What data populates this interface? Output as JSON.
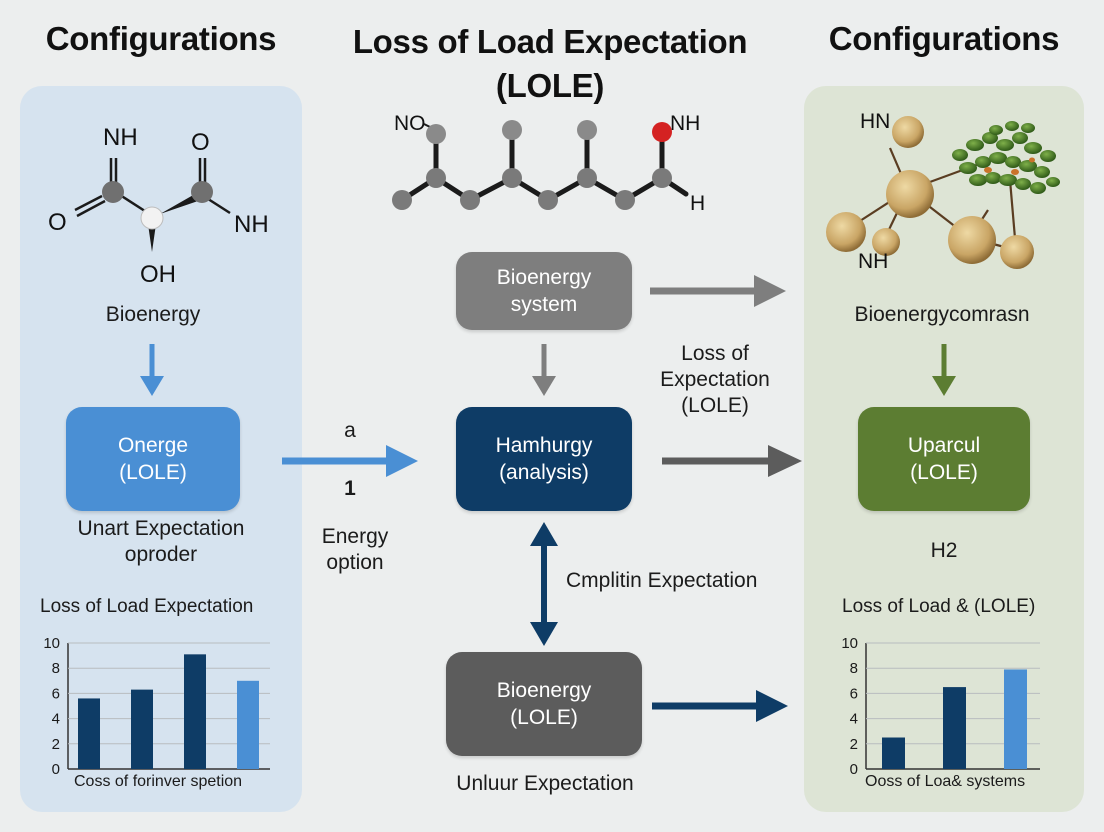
{
  "headings": {
    "left": "Configurations",
    "center_line1": "Loss of Load Expectation",
    "center_line2": "(LOLE)",
    "right": "Configurations"
  },
  "colors": {
    "left_panel": "#d6e3ef",
    "right_panel": "#dde4d5",
    "light_blue": "#4a8fd4",
    "navy": "#0e3c66",
    "gray": "#7e7e7e",
    "dark_gray": "#5c5c5c",
    "olive": "#5c7d32"
  },
  "left": {
    "molecule": {
      "label_nh_top": "NH",
      "label_o_top": "O",
      "label_o_left": "O",
      "label_nh_right": "NH",
      "label_oh": "OH"
    },
    "caption": "Bioenergy",
    "box": {
      "line1": "Onerge",
      "line2": "(LOLE)"
    },
    "subcaption_line1": "Unart Expectation",
    "subcaption_line2": "oproder",
    "chart_title": "Loss of Load Expectation",
    "chart_caption": "Coss of forinver spetion"
  },
  "center": {
    "molecule": {
      "label_no": "NO",
      "label_nh": "NH",
      "label_h": "H"
    },
    "box_top": {
      "line1": "Bioenergy",
      "line2": "system"
    },
    "box_mid": {
      "line1": "Hamhurgy",
      "line2": "(analysis)"
    },
    "box_bottom": {
      "line1": "Bioenergy",
      "line2": "(LOLE)"
    },
    "side_a": "a",
    "side_1": "1",
    "energy_option_line1": "Energy",
    "energy_option_line2": "option",
    "loss_label_line1": "Loss of",
    "loss_label_line2": "Expectation",
    "loss_label_line3": "(LOLE)",
    "cmplitin": "Cmplitin Expectation",
    "bottom_caption": "Unluur Expectation"
  },
  "right": {
    "molecule": {
      "label_hn": "HN",
      "label_nh": "NH"
    },
    "caption": "Bioenergycomrasn",
    "box": {
      "line1": "Uparcul",
      "line2": "(LOLE)"
    },
    "h2": "H2",
    "chart_title": "Loss of Load & (LOLE)",
    "chart_caption": "Ooss of Loa& systems"
  },
  "chart_data": [
    {
      "type": "bar",
      "title": "Loss of Load Expectation",
      "xlabel": "Coss of forinver spetion",
      "ylim": [
        0,
        10
      ],
      "yticks": [
        0,
        2,
        4,
        6,
        8,
        10
      ],
      "values": [
        5.6,
        6.3,
        9.1,
        7.0
      ],
      "bar_colors": [
        "#0e3c66",
        "#0e3c66",
        "#0e3c66",
        "#4a8fd4"
      ]
    },
    {
      "type": "bar",
      "title": "Loss of Load & (LOLE)",
      "xlabel": "Ooss of Loa& systems",
      "ylim": [
        0,
        10
      ],
      "yticks": [
        0,
        2,
        4,
        6,
        8,
        10
      ],
      "values": [
        2.5,
        6.5,
        7.9
      ],
      "bar_colors": [
        "#0e3c66",
        "#0e3c66",
        "#4a8fd4"
      ]
    }
  ]
}
